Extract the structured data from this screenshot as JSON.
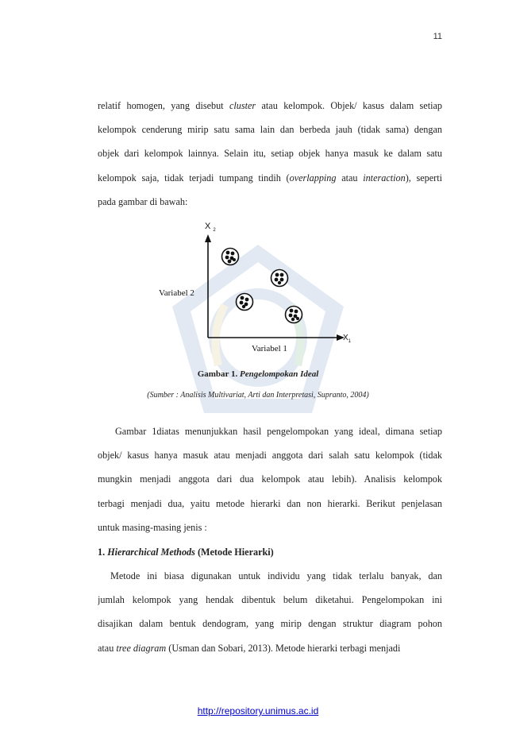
{
  "page_number": "11",
  "paragraph1": [
    [
      {
        "t": "relatif homogen, yang disebut "
      },
      {
        "t": "cluster",
        "i": true
      },
      {
        "t": " atau kelompok. Objek/ kasus dalam setiap"
      }
    ],
    [
      {
        "t": "kelompok cenderung mirip satu sama lain dan berbeda jauh (tidak sama) dengan"
      }
    ],
    [
      {
        "t": "objek dari kelompok lainnya. Selain itu, setiap objek hanya masuk ke dalam satu"
      }
    ],
    [
      {
        "t": "kelompok saja, tidak terjadi tumpang tindih ("
      },
      {
        "t": "overlapping",
        "i": true
      },
      {
        "t": " atau "
      },
      {
        "t": "interaction",
        "i": true
      },
      {
        "t": "), seperti"
      }
    ],
    [
      {
        "t": "pada gambar  di bawah:"
      }
    ]
  ],
  "figure": {
    "y_axis_label": "X",
    "y_axis_sub": "2",
    "x_axis_label": "X",
    "x_axis_sub": "1",
    "y_variable": "Variabel 2",
    "x_variable": "Variabel 1"
  },
  "caption": {
    "prefix": "Gambar 1. ",
    "title": "Pengelompokan Ideal",
    "source": "(Sumber : Analisis Multivariat, Arti dan Interpretasi, Supranto, 2004)"
  },
  "paragraph2": [
    [
      {
        "t": "Gambar 1diatas menunjukkan hasil pengelompokan yang ideal, dimana setiap"
      }
    ],
    [
      {
        "t": "objek/ kasus hanya masuk atau menjadi anggota dari salah satu kelompok (tidak"
      }
    ],
    [
      {
        "t": "mungkin menjadi anggota dari dua kelompok atau lebih). Analisis kelompok"
      }
    ],
    [
      {
        "t": "terbagi menjadi dua, yaitu metode hierarki dan non hierarki. Berikut penjelasan"
      }
    ],
    [
      {
        "t": "untuk masing-masing jenis :"
      }
    ]
  ],
  "heading": {
    "number": "1. ",
    "italic": "Hierarchical Methods",
    "rest": " (Metode Hierarki)"
  },
  "paragraph3": [
    [
      {
        "t": "Metode ini biasa digunakan untuk individu yang tidak terlalu banyak, dan"
      }
    ],
    [
      {
        "t": "jumlah kelompok yang hendak dibentuk belum diketahui. Pengelompokan ini"
      }
    ],
    [
      {
        "t": "disajikan dalam bentuk dendogram, yang mirip dengan struktur diagram pohon"
      }
    ],
    [
      {
        "t": "atau "
      },
      {
        "t": "tree diagram",
        "i": true
      },
      {
        "t": " (Usman dan Sobari, 2013). Metode hierarki terbagi menjadi"
      }
    ]
  ],
  "footer": "http://repository.unimus.ac.id"
}
